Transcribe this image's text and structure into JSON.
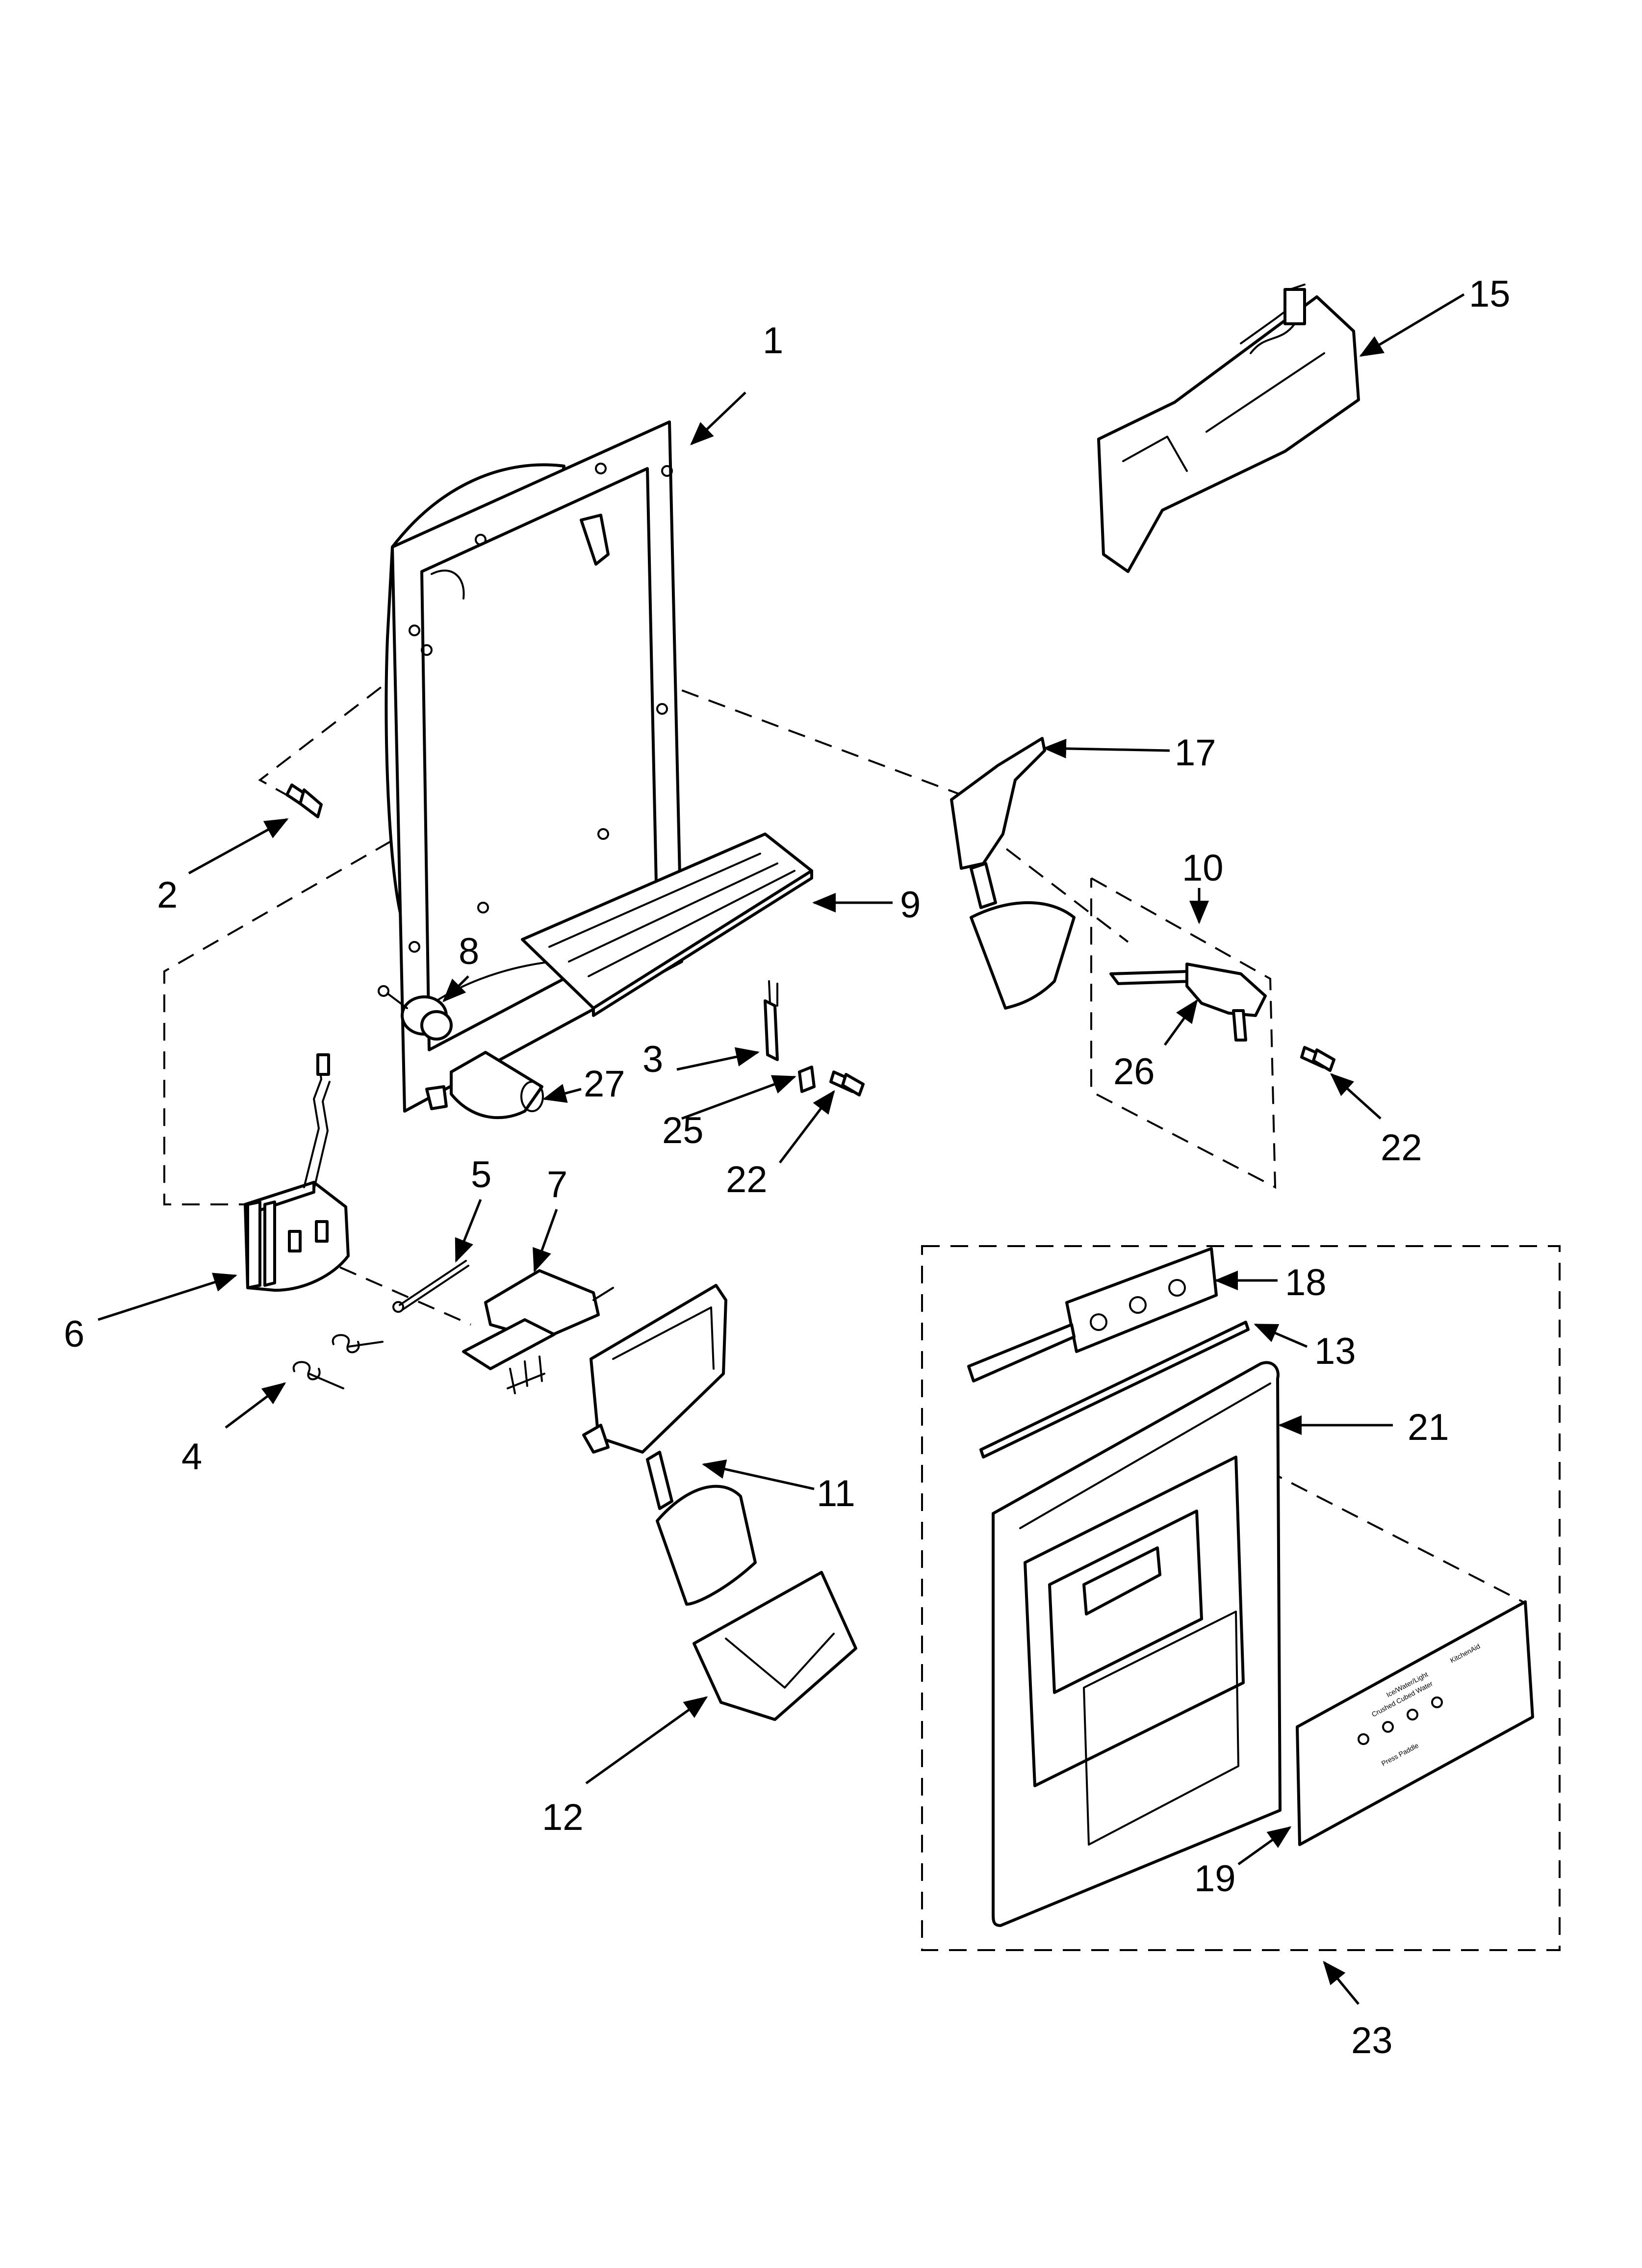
{
  "diagram": {
    "callouts": [
      "1",
      "2",
      "3",
      "4",
      "5",
      "6",
      "7",
      "8",
      "9",
      "10",
      "11",
      "12",
      "13",
      "15",
      "17",
      "18",
      "19",
      "21",
      "22",
      "22",
      "23",
      "25",
      "26",
      "27"
    ],
    "panel_text": {
      "heading": "Ice/Water/Light",
      "brand": "KitchenAid",
      "line1": "Crushed  Cubed  Water",
      "line2": "Press Paddle"
    }
  }
}
